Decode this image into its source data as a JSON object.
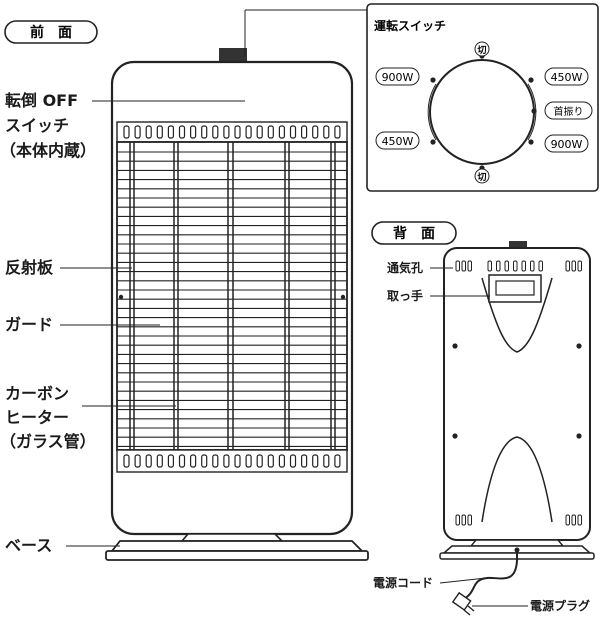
{
  "front_label": "前　面",
  "back_label": "背　面",
  "front_callouts": {
    "tip_switch_line1": "転倒 OFF",
    "tip_switch_line2": "スイッチ",
    "tip_switch_line3": "（本体内蔵）",
    "reflector": "反射板",
    "guard": "ガード",
    "heater_line1": "カーボン",
    "heater_line2": "ヒーター",
    "heater_line3": "（ガラス管）",
    "base": "ベース"
  },
  "switch_panel": {
    "title": "運転スイッチ",
    "off_top": "切",
    "off_bottom": "切",
    "left_top": "900W",
    "left_bottom": "450W",
    "right_top": "450W",
    "right_mid": "首振り",
    "right_bottom": "900W"
  },
  "back_callouts": {
    "vent": "通気孔",
    "handle": "取っ手",
    "cord": "電源コード",
    "plug": "電源プラグ"
  }
}
